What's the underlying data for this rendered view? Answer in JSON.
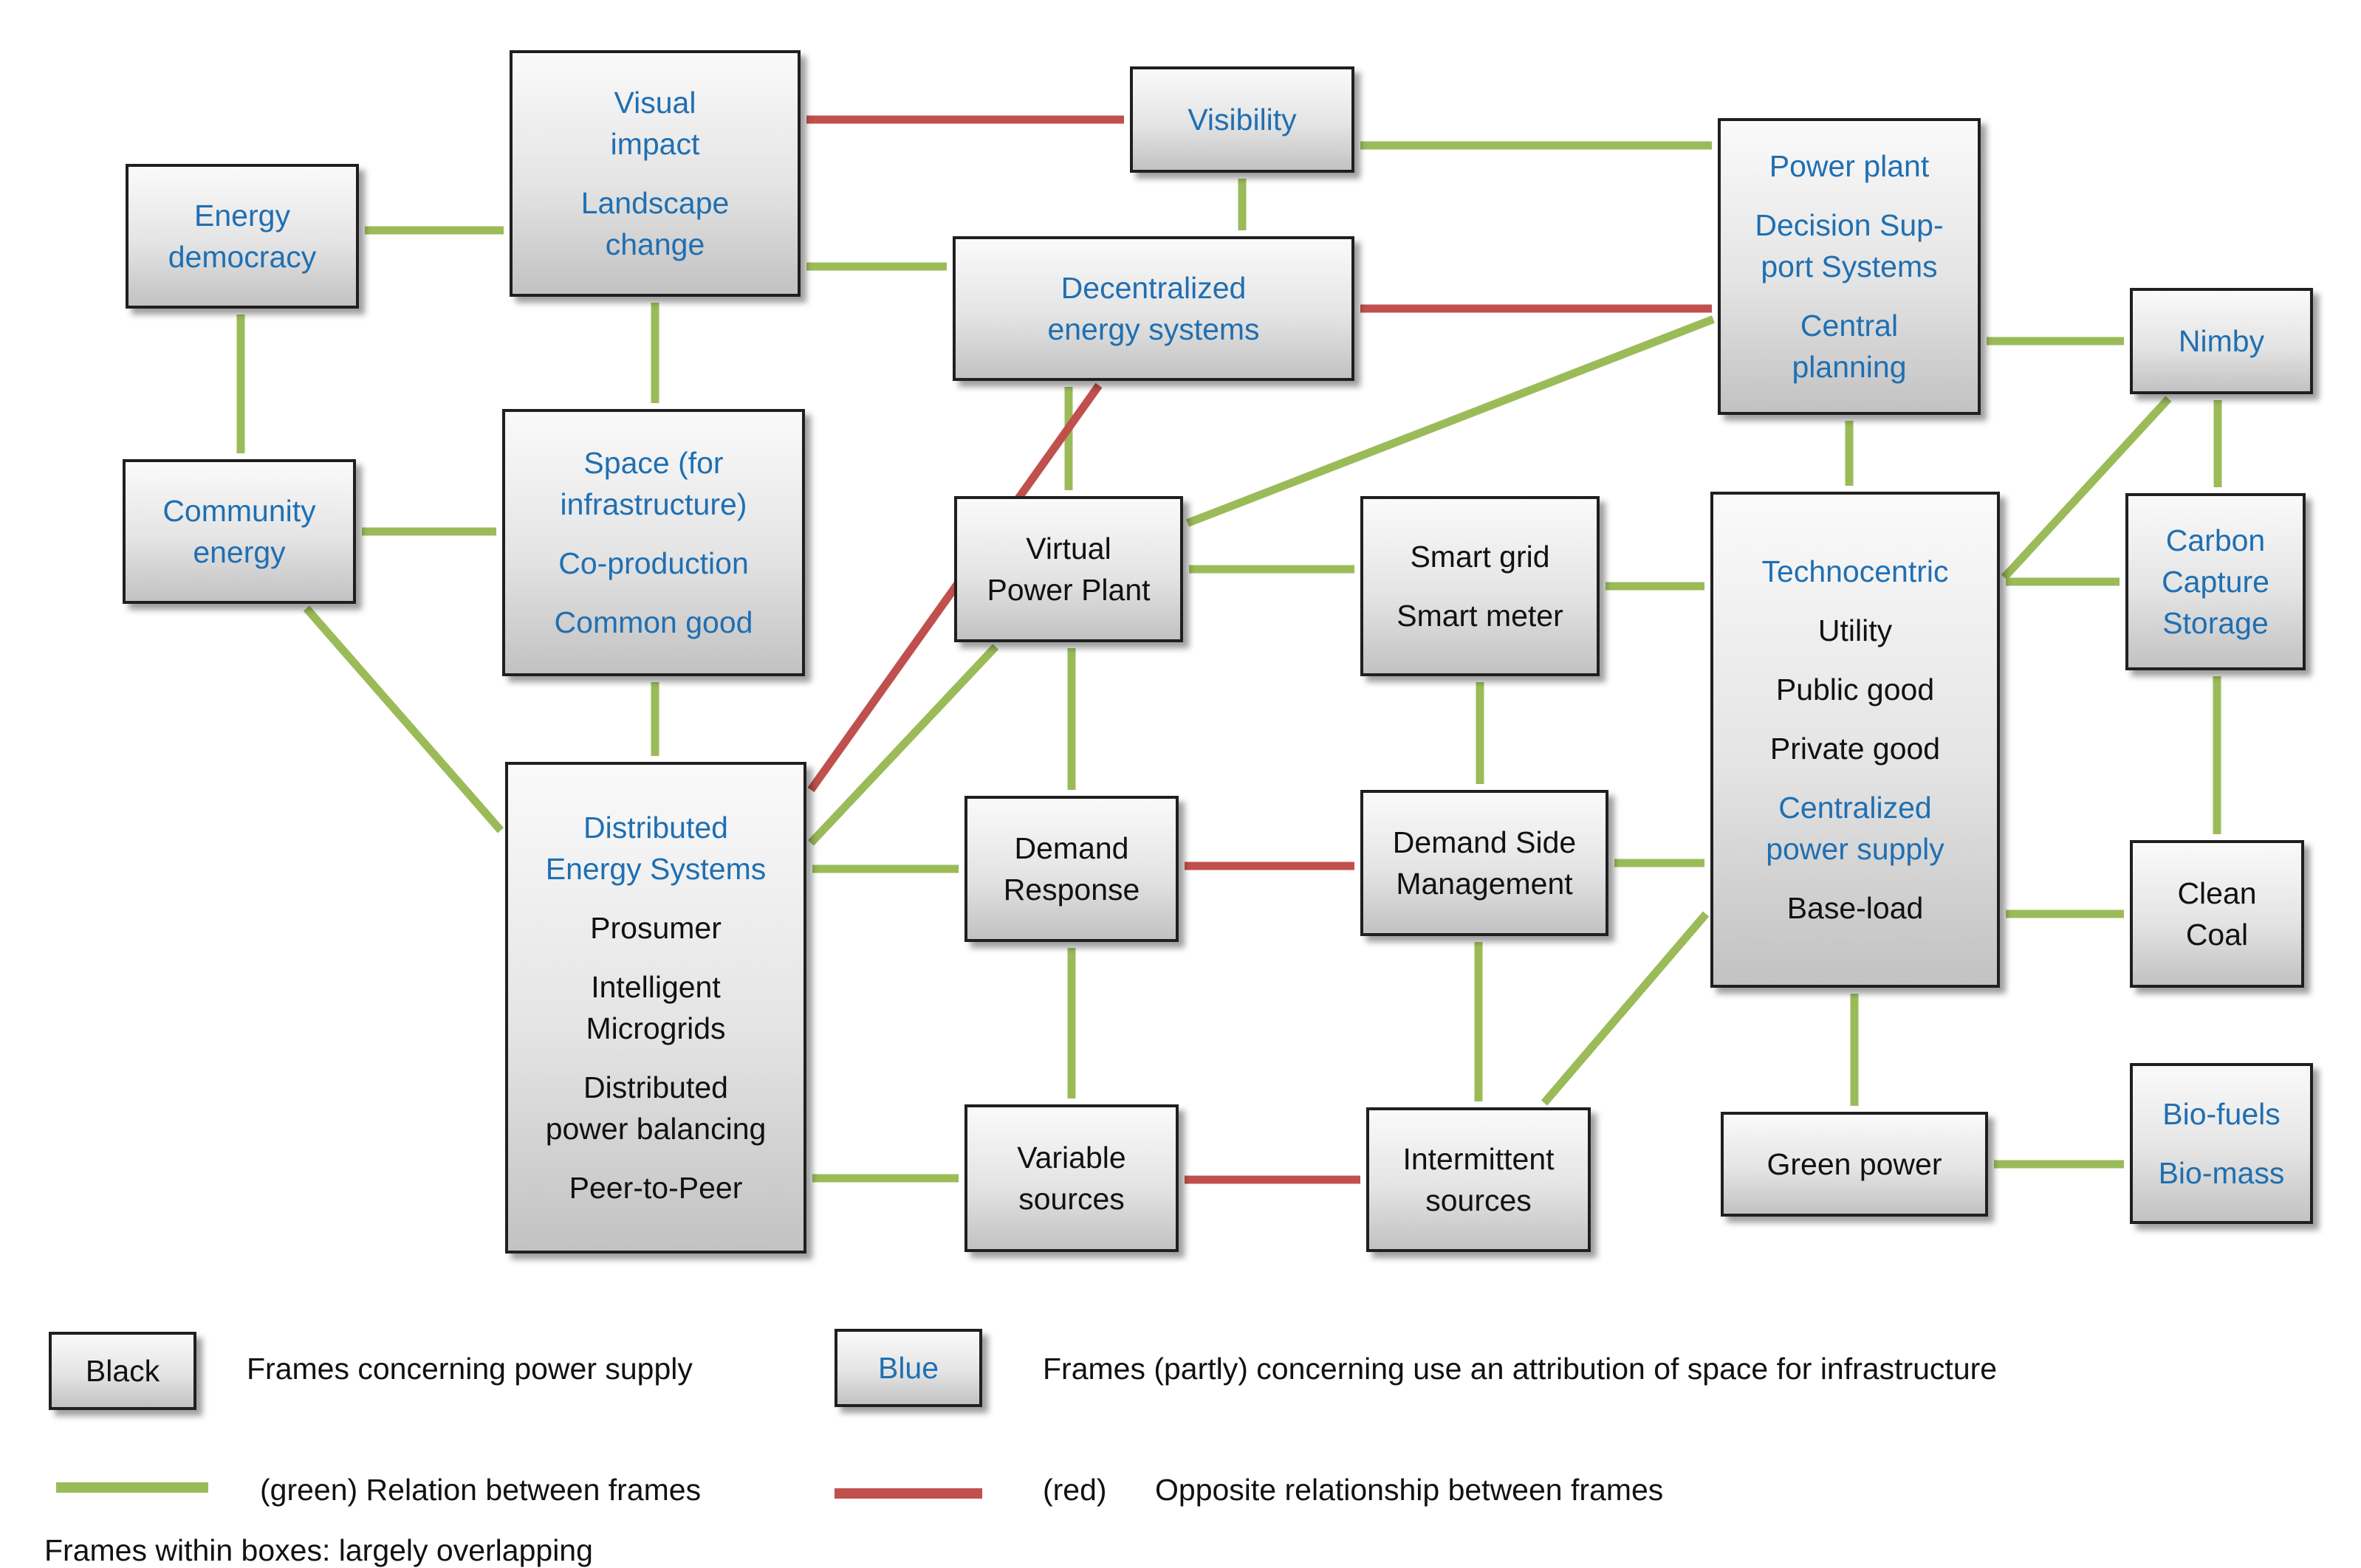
{
  "colors": {
    "relation": "#9bbb59",
    "opposite": "#c0504d",
    "blue_text": "#1f6fb2",
    "black_text": "#111111"
  },
  "nodes": {
    "energy_democracy": [
      {
        "t": "Energy",
        "c": "blue"
      },
      {
        "t": "democracy",
        "c": "blue",
        "tight": true
      }
    ],
    "community_energy": [
      {
        "t": "Community",
        "c": "blue"
      },
      {
        "t": "energy",
        "c": "blue",
        "tight": true
      }
    ],
    "visual_impact": [
      {
        "t": "Visual",
        "c": "blue"
      },
      {
        "t": "impact",
        "c": "blue",
        "tight": true
      },
      {
        "t": "Landscape",
        "c": "blue"
      },
      {
        "t": "change",
        "c": "blue",
        "tight": true
      }
    ],
    "space": [
      {
        "t": "Space (for",
        "c": "blue"
      },
      {
        "t": "infrastructure)",
        "c": "blue",
        "tight": true
      },
      {
        "t": "Co-production",
        "c": "blue"
      },
      {
        "t": "Common good",
        "c": "blue"
      }
    ],
    "distributed": [
      {
        "t": "Distributed",
        "c": "blue"
      },
      {
        "t": "Energy Systems",
        "c": "blue",
        "tight": true
      },
      {
        "t": "Prosumer",
        "c": "black"
      },
      {
        "t": "Intelligent",
        "c": "black"
      },
      {
        "t": "Microgrids",
        "c": "black",
        "tight": true
      },
      {
        "t": "Distributed",
        "c": "black"
      },
      {
        "t": "power balancing",
        "c": "black",
        "tight": true
      },
      {
        "t": "Peer-to-Peer",
        "c": "black"
      }
    ],
    "visibility": [
      {
        "t": "Visibility",
        "c": "blue"
      }
    ],
    "decentralized": [
      {
        "t": "Decentralized",
        "c": "blue"
      },
      {
        "t": "energy systems",
        "c": "blue",
        "tight": true
      }
    ],
    "vpp": [
      {
        "t": "Virtual",
        "c": "black"
      },
      {
        "t": "Power Plant",
        "c": "black",
        "tight": true
      }
    ],
    "demand_response": [
      {
        "t": "Demand",
        "c": "black"
      },
      {
        "t": "Response",
        "c": "black",
        "tight": true
      }
    ],
    "variable": [
      {
        "t": "Variable",
        "c": "black"
      },
      {
        "t": "sources",
        "c": "black",
        "tight": true
      }
    ],
    "smart_grid": [
      {
        "t": "Smart grid",
        "c": "black"
      },
      {
        "t": "Smart meter",
        "c": "black"
      }
    ],
    "dsm": [
      {
        "t": "Demand Side",
        "c": "black"
      },
      {
        "t": "Management",
        "c": "black",
        "tight": true
      }
    ],
    "intermittent": [
      {
        "t": "Intermittent",
        "c": "black"
      },
      {
        "t": "sources",
        "c": "black",
        "tight": true
      }
    ],
    "power_plant": [
      {
        "t": "Power plant",
        "c": "blue"
      },
      {
        "t": "Decision Sup-",
        "c": "blue"
      },
      {
        "t": "port Systems",
        "c": "blue",
        "tight": true
      },
      {
        "t": "Central",
        "c": "blue"
      },
      {
        "t": "planning",
        "c": "blue",
        "tight": true
      }
    ],
    "technocentric": [
      {
        "t": "Technocentric",
        "c": "blue"
      },
      {
        "t": "Utility",
        "c": "black"
      },
      {
        "t": "Public good",
        "c": "black"
      },
      {
        "t": "Private good",
        "c": "black"
      },
      {
        "t": "Centralized",
        "c": "blue"
      },
      {
        "t": "power supply",
        "c": "blue",
        "tight": true
      },
      {
        "t": "Base-load",
        "c": "black"
      }
    ],
    "green_power": [
      {
        "t": "Green power",
        "c": "black"
      }
    ],
    "nimby": [
      {
        "t": "Nimby",
        "c": "blue"
      }
    ],
    "ccs": [
      {
        "t": "Carbon",
        "c": "blue"
      },
      {
        "t": "Capture",
        "c": "blue",
        "tight": true
      },
      {
        "t": "Storage",
        "c": "blue",
        "tight": true
      }
    ],
    "clean_coal": [
      {
        "t": "Clean",
        "c": "black"
      },
      {
        "t": "Coal",
        "c": "black",
        "tight": true
      }
    ],
    "bio": [
      {
        "t": "Bio-fuels",
        "c": "blue"
      },
      {
        "t": "Bio-mass",
        "c": "blue"
      }
    ]
  },
  "edges": [
    {
      "from": "energy_democracy",
      "to": "visual_impact",
      "type": "relation"
    },
    {
      "from": "energy_democracy",
      "to": "community_energy",
      "type": "relation"
    },
    {
      "from": "community_energy",
      "to": "space",
      "type": "relation"
    },
    {
      "from": "community_energy",
      "to": "distributed",
      "type": "relation"
    },
    {
      "from": "visual_impact",
      "to": "space",
      "type": "relation"
    },
    {
      "from": "visual_impact",
      "to": "decentralized",
      "type": "relation"
    },
    {
      "from": "visual_impact",
      "to": "visibility",
      "type": "opposite"
    },
    {
      "from": "space",
      "to": "distributed",
      "type": "relation"
    },
    {
      "from": "visibility",
      "to": "decentralized",
      "type": "relation"
    },
    {
      "from": "visibility",
      "to": "power_plant",
      "type": "relation"
    },
    {
      "from": "decentralized",
      "to": "power_plant",
      "type": "opposite"
    },
    {
      "from": "decentralized",
      "to": "vpp",
      "type": "relation"
    },
    {
      "from": "decentralized",
      "to": "distributed",
      "type": "opposite"
    },
    {
      "from": "vpp",
      "to": "power_plant",
      "type": "relation"
    },
    {
      "from": "vpp",
      "to": "distributed",
      "type": "relation"
    },
    {
      "from": "vpp",
      "to": "smart_grid",
      "type": "relation"
    },
    {
      "from": "vpp",
      "to": "demand_response",
      "type": "relation"
    },
    {
      "from": "distributed",
      "to": "demand_response",
      "type": "relation"
    },
    {
      "from": "distributed",
      "to": "variable",
      "type": "relation"
    },
    {
      "from": "demand_response",
      "to": "dsm",
      "type": "opposite"
    },
    {
      "from": "demand_response",
      "to": "variable",
      "type": "relation"
    },
    {
      "from": "variable",
      "to": "intermittent",
      "type": "opposite"
    },
    {
      "from": "smart_grid",
      "to": "technocentric",
      "type": "relation"
    },
    {
      "from": "smart_grid",
      "to": "dsm",
      "type": "relation"
    },
    {
      "from": "dsm",
      "to": "technocentric",
      "type": "relation"
    },
    {
      "from": "dsm",
      "to": "intermittent",
      "type": "relation"
    },
    {
      "from": "intermittent",
      "to": "technocentric",
      "type": "relation"
    },
    {
      "from": "power_plant",
      "to": "technocentric",
      "type": "relation"
    },
    {
      "from": "power_plant",
      "to": "nimby",
      "type": "relation"
    },
    {
      "from": "technocentric",
      "to": "nimby",
      "type": "relation"
    },
    {
      "from": "technocentric",
      "to": "ccs",
      "type": "relation"
    },
    {
      "from": "technocentric",
      "to": "clean_coal",
      "type": "relation"
    },
    {
      "from": "technocentric",
      "to": "green_power",
      "type": "relation"
    },
    {
      "from": "nimby",
      "to": "ccs",
      "type": "relation"
    },
    {
      "from": "ccs",
      "to": "clean_coal",
      "type": "relation"
    },
    {
      "from": "green_power",
      "to": "bio",
      "type": "relation"
    }
  ],
  "legend": {
    "black_box_label": "Black",
    "black_box_desc": "Frames concerning power supply",
    "blue_box_label": "Blue",
    "blue_box_desc": "Frames (partly) concerning use an attribution of space for infrastructure",
    "green_desc": "(green) Relation between frames",
    "red_prefix": "(red)",
    "red_desc": "Opposite relationship between frames",
    "footnote": "Frames within boxes: largely overlapping"
  }
}
